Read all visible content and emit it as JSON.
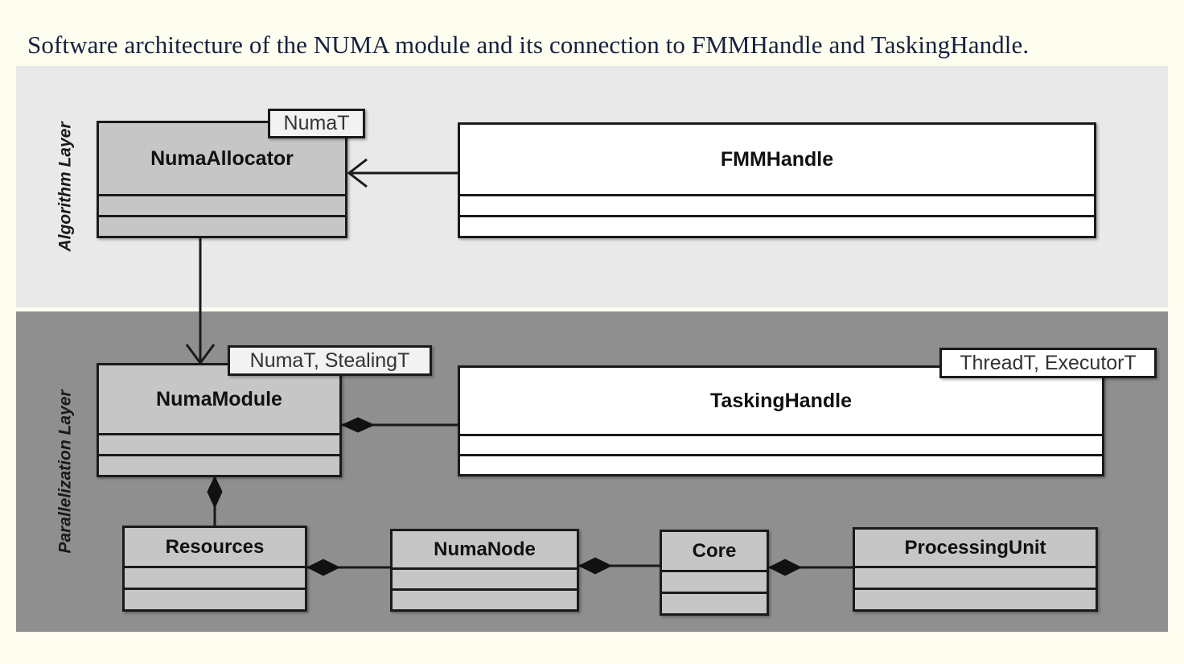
{
  "figure": {
    "title": "Software architecture of the NUMA module and its connection to FMMHandle and TaskingHandle.",
    "page_background": "#fdfdf0",
    "title_color": "#16213e"
  },
  "layers": [
    {
      "id": "algorithm",
      "label": "Algorithm Layer",
      "background": "#e9e9e9"
    },
    {
      "id": "parallelization",
      "label": "Parallelization Layer",
      "background": "#8f8f8f"
    }
  ],
  "classes": [
    {
      "id": "numa-allocator",
      "name": "NumaAllocator",
      "layer": "algorithm",
      "fill": "#c6c6c6",
      "template_params": "NumaT",
      "compartments": 2
    },
    {
      "id": "fmm-handle",
      "name": "FMMHandle",
      "layer": "algorithm",
      "fill": "#ffffff",
      "template_params": "",
      "compartments": 2
    },
    {
      "id": "numa-module",
      "name": "NumaModule",
      "layer": "parallelization",
      "fill": "#c6c6c6",
      "template_params": "NumaT, StealingT",
      "compartments": 2
    },
    {
      "id": "tasking-handle",
      "name": "TaskingHandle",
      "layer": "parallelization",
      "fill": "#ffffff",
      "template_params": "ThreadT, ExecutorT",
      "compartments": 2
    },
    {
      "id": "resources",
      "name": "Resources",
      "layer": "parallelization",
      "fill": "#c6c6c6",
      "template_params": "",
      "compartments": 2
    },
    {
      "id": "numa-node",
      "name": "NumaNode",
      "layer": "parallelization",
      "fill": "#c6c6c6",
      "template_params": "",
      "compartments": 2
    },
    {
      "id": "core",
      "name": "Core",
      "layer": "parallelization",
      "fill": "#c6c6c6",
      "template_params": "",
      "compartments": 2
    },
    {
      "id": "processing-unit",
      "name": "ProcessingUnit",
      "layer": "parallelization",
      "fill": "#c6c6c6",
      "template_params": "",
      "compartments": 2
    }
  ],
  "connections": [
    {
      "id": "fmmhandle-to-numaallocator",
      "from": "fmm-handle",
      "to": "numa-allocator",
      "type": "dependency-arrow"
    },
    {
      "id": "numaallocator-to-numamodule",
      "from": "numa-allocator",
      "to": "numa-module",
      "type": "dependency-arrow"
    },
    {
      "id": "numamodule-taskinghandle",
      "from": "numa-module",
      "to": "tasking-handle",
      "type": "composition-diamond"
    },
    {
      "id": "numamodule-resources",
      "from": "numa-module",
      "to": "resources",
      "type": "composition-diamond"
    },
    {
      "id": "resources-numanode",
      "from": "resources",
      "to": "numa-node",
      "type": "composition-diamond"
    },
    {
      "id": "numanode-core",
      "from": "numa-node",
      "to": "core",
      "type": "composition-diamond"
    },
    {
      "id": "core-processingunit",
      "from": "core",
      "to": "processing-unit",
      "type": "composition-diamond"
    }
  ]
}
